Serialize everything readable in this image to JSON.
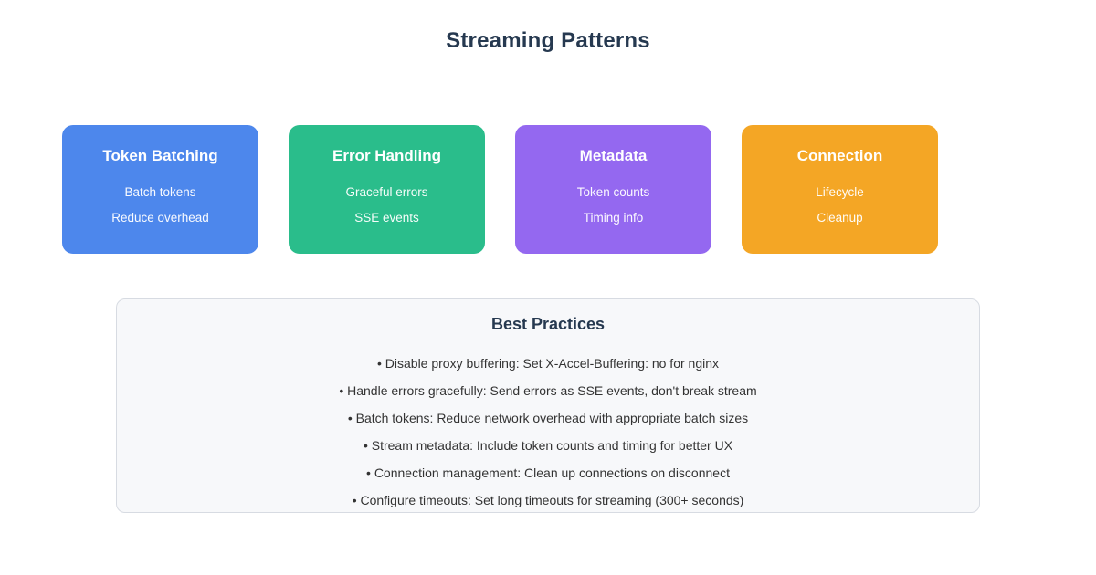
{
  "page": {
    "title": "Streaming Patterns"
  },
  "cards": [
    {
      "title": "Token Batching",
      "lines": [
        "Batch tokens",
        "Reduce overhead"
      ],
      "color": "#4d87ec"
    },
    {
      "title": "Error Handling",
      "lines": [
        "Graceful errors",
        "SSE events"
      ],
      "color": "#2abd8b"
    },
    {
      "title": "Metadata",
      "lines": [
        "Token counts",
        "Timing info"
      ],
      "color": "#9468f0"
    },
    {
      "title": "Connection",
      "lines": [
        "Lifecycle",
        "Cleanup"
      ],
      "color": "#f4a625"
    }
  ],
  "best_practices": {
    "title": "Best Practices",
    "items": [
      "• Disable proxy buffering: Set X-Accel-Buffering: no for nginx",
      "• Handle errors gracefully: Send errors as SSE events, don't break stream",
      "• Batch tokens: Reduce network overhead with appropriate batch sizes",
      "• Stream metadata: Include token counts and timing for better UX",
      "• Connection management: Clean up connections on disconnect",
      "• Configure timeouts: Set long timeouts for streaming (300+ seconds)"
    ]
  },
  "colors": {
    "heading_text": "#263950",
    "body_text": "#333333",
    "card_text": "#ffffff",
    "panel_background": "#f7f8fa",
    "panel_border": "#d7dbe2",
    "page_background": "#ffffff"
  }
}
